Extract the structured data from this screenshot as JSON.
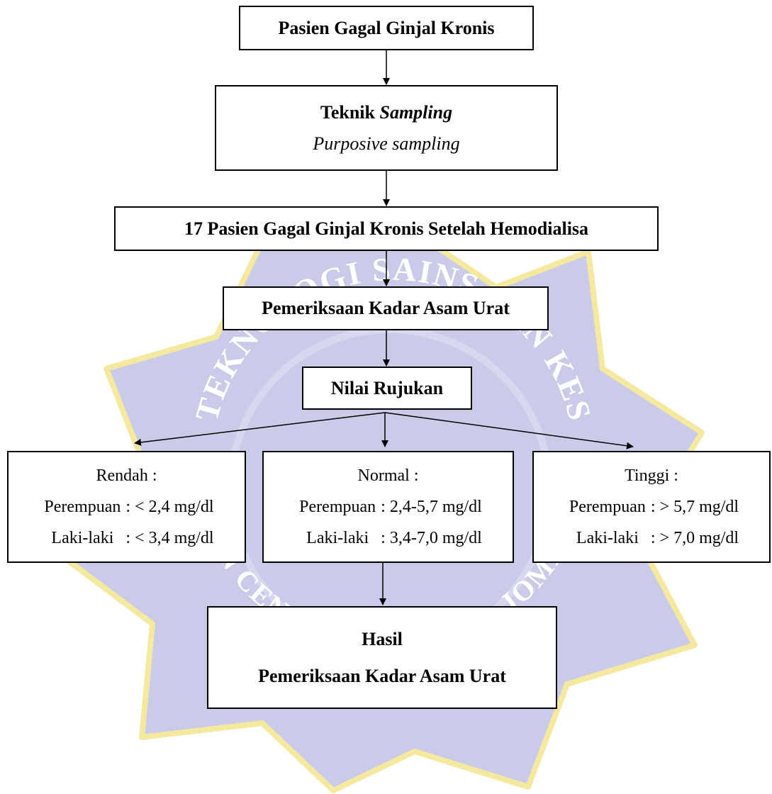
{
  "watermark": {
    "ring_text_top": "TEKNOLOGI SAINS DAN KES",
    "ring_text_bottom": "INSAN CENDEKIA MEDIKA JOMBANG",
    "colors": {
      "fill": "#c9cbe9",
      "accent": "#f5e9a0",
      "text": "#ffffff"
    }
  },
  "nodes": {
    "population": {
      "label": "Pasien Gagal Ginjal Kronis"
    },
    "sampling": {
      "title_prefix": "Teknik ",
      "title_italic": "Sampling",
      "method": "Purposive sampling"
    },
    "sample": {
      "label": "17 Pasien Gagal Ginjal Kronis Setelah Hemodialisa"
    },
    "examination": {
      "label": "Pemeriksaan Kadar Asam Urat"
    },
    "reference": {
      "label": "Nilai Rujukan"
    },
    "low": {
      "title": "Rendah :",
      "female_label": "Perempuan",
      "female_value": ": < 2,4 mg/dl",
      "male_label": "Laki-laki",
      "male_value": ": < 3,4 mg/dl"
    },
    "normal": {
      "title": "Normal :",
      "female_label": "Perempuan",
      "female_value": ": 2,4-5,7 mg/dl",
      "male_label": "Laki-laki",
      "male_value": ": 3,4-7,0 mg/dl"
    },
    "high": {
      "title": "Tinggi :",
      "female_label": "Perempuan",
      "female_value": ": > 5,7 mg/dl",
      "male_label": "Laki-laki",
      "male_value": ": > 7,0 mg/dl"
    },
    "result": {
      "line1": "Hasil",
      "line2": "Pemeriksaan Kadar Asam Urat"
    }
  }
}
